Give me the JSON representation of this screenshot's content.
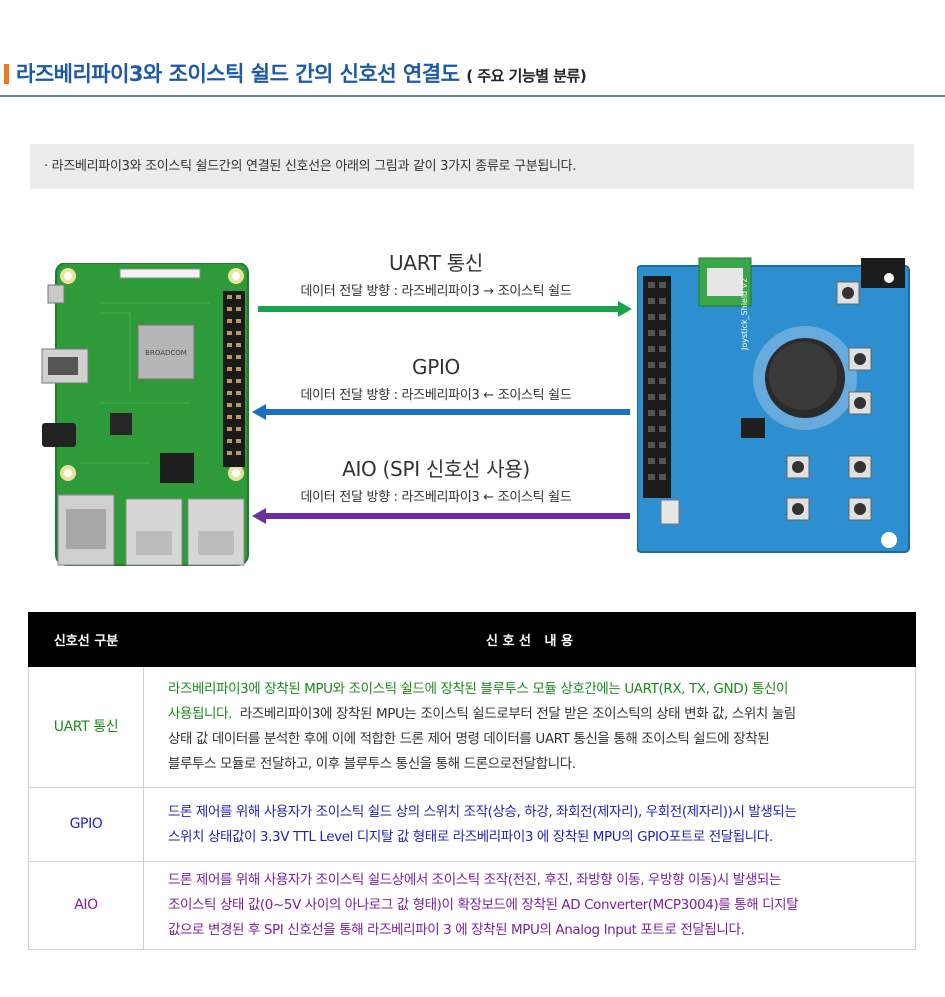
{
  "header": {
    "title": "라즈베리파이3와 조이스틱 쉴드 간의 신호선 연결도",
    "subtitle": "( 주요 기능별 분류)"
  },
  "note": "· 라즈베리파이3와 조이스틱 쉴드간의 연결된 신호선은 아래의 그림과 같이 3가지 종류로 구분됩니다.",
  "diagram": {
    "left_board_chip_label": "BROADCOM",
    "right_board_label": "Joystick_Shield V2",
    "signals": [
      {
        "name": "UART 통신",
        "direction": "데이터 전달 방향 : 라즈베리파이3 → 조이스틱 쉴드",
        "arrow": "right",
        "color": "#16a34a"
      },
      {
        "name": "GPIO",
        "direction": "데이터 전달 방향 : 라즈베리파이3 ← 조이스틱 쉴드",
        "arrow": "left",
        "color": "#1a6fc2"
      },
      {
        "name": "AIO (SPI 신호선 사용)",
        "direction": "데이터 전달 방향 : 라즈베리파이3 ← 조이스틱 쉴드",
        "arrow": "left",
        "color": "#6b2fa3"
      }
    ]
  },
  "table": {
    "headers": [
      "신호선 구분",
      "신 호 선   내 용"
    ],
    "rows": [
      {
        "type": "UART 통신",
        "lines": [
          {
            "text": "라즈베리파이3에 장착된 MPU와 조이스틱 쉴드에 장착된 블루투스 모듈 상호간에는 UART(RX, TX, GND) 통신이",
            "style": "green"
          },
          {
            "text": "사용됩니다.",
            "style": "green"
          },
          {
            "text": "  라즈베리파이3에 장착된 MPU는 조이스틱 쉴드로부터 전달 받은 조이스틱의 상태 변화 값, 스위치 눌림",
            "style": "dark"
          },
          {
            "text": "상태 값 데이터를 분석한 후에 이에 적합한 드론 제어 명령 데이터를 UART 통신을 통해 조이스틱 쉴드에 장착된",
            "style": "dark"
          },
          {
            "text": "블루투스 모듈로 전달하고, 이후 블루투스 통신을 통해 드론으로전달합니다.",
            "style": "dark"
          }
        ]
      },
      {
        "type": "GPIO",
        "lines": [
          {
            "text": "드론 제어를 위해 사용자가 조이스틱 쉴드 상의 스위치 조작(상승, 하강, 좌회전(제자리), 우회전(제자리))시 발생되는",
            "style": "blue"
          },
          {
            "text": "스위치 상태값이 3.3V TTL Level 디지탈 값 형태로 라즈베리파이3 에 장착된 MPU의 GPIO포트로 전달됩니다.",
            "style": "blue"
          }
        ]
      },
      {
        "type": "AIO",
        "lines": [
          {
            "text": "드론 제어를 위해 사용자가 조이스틱 쉴드상에서 조이스틱 조작(전진, 후진, 좌방향 이동, 우방향 이동)시 발생되는",
            "style": "purple"
          },
          {
            "text": "조이스틱 상태 값(0~5V 사이의 아나로그 값 형태)이 확장보드에 장착된 AD Converter(MCP3004)를 통해 디지탈",
            "style": "purple"
          },
          {
            "text": "값으로 변경된 후 SPI 신호선을 통해 라즈베리파이 3 에 장착된 MPU의 Analog Input 포트로 전달됩니다.",
            "style": "purple"
          }
        ]
      }
    ]
  }
}
